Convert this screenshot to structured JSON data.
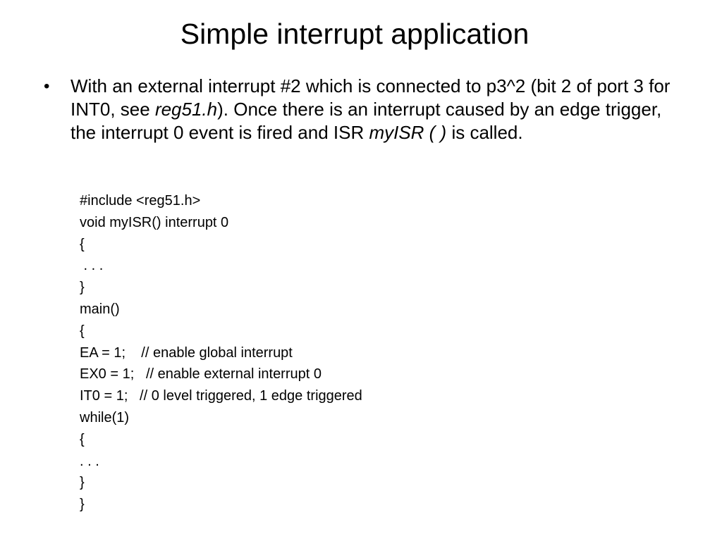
{
  "slide": {
    "title": "Simple interrupt application",
    "bullet": {
      "mark": "•",
      "text_1": "With an external interrupt #2 which is connected to p3^2  (bit 2 of port 3 for INT0, see ",
      "file_name": "reg51.h",
      "text_2": "). Once there is an interrupt caused by an edge trigger, the interrupt 0 event is fired and ISR ",
      "isr_name": "myISR ( )",
      "text_3": " is called."
    },
    "code": [
      "#include <reg51.h>",
      "void myISR() interrupt 0",
      "{",
      " . . .",
      "}",
      "main()",
      "{",
      "EA = 1;    // enable global interrupt",
      "EX0 = 1;   // enable external interrupt 0",
      "IT0 = 1;   // 0 level triggered, 1 edge triggered",
      "while(1)",
      "{",
      ". . .",
      "}",
      "}"
    ]
  }
}
